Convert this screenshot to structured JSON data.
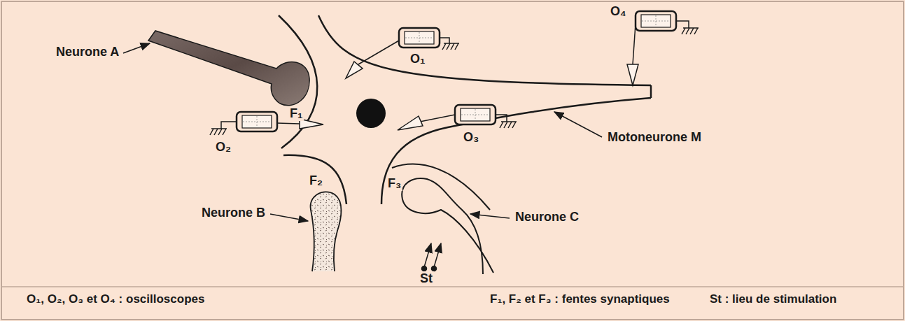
{
  "diagram": {
    "labels": [
      "Neurone A",
      "O₁",
      "O₄",
      "F₁",
      "O₂",
      "Motoneurone M",
      "O₃",
      "F₂",
      "F₃",
      "Neurone C",
      "Neurone B",
      "St",
      "O₁, O₂, O₃ et O₄ : oscilloscopes",
      "F₁, F₂ et F₃ : fentes synaptiques",
      "St : lieu de stimulation"
    ]
  }
}
